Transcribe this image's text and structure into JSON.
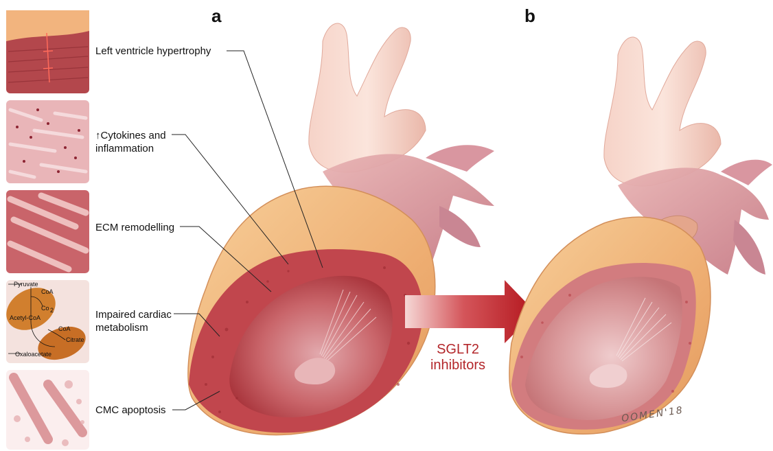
{
  "panels": {
    "a": "a",
    "b": "b"
  },
  "labels": {
    "lv_hypertrophy": "Left ventricle hypertrophy",
    "cytokines_line1": "Cytokines and",
    "cytokines_line2": "inflammation",
    "ecm": "ECM remodelling",
    "metabolism_line1": "Impaired cardiac",
    "metabolism_line2": "metabolism",
    "apoptosis": "CMC apoptosis"
  },
  "metabolism_inset": {
    "pyruvate": "Pyruvate",
    "coa_top": "CoA",
    "co2": "Co",
    "co2_sub": "2",
    "acetyl_coa": "Acetyl-CoA",
    "coa_mid": "CoA",
    "citrate": "Citrate",
    "oxaloacetate": "Oxaloacetate"
  },
  "arrow": {
    "line1": "SGLT2",
    "line2": "inhibitors"
  },
  "signature": "OOMEN'18",
  "colors": {
    "arrow_red": "#b3262a",
    "myocardium_outer": "#f0b77f",
    "myocardium_inner": "#c7545a",
    "vessel_pink": "#f2c6bd"
  }
}
